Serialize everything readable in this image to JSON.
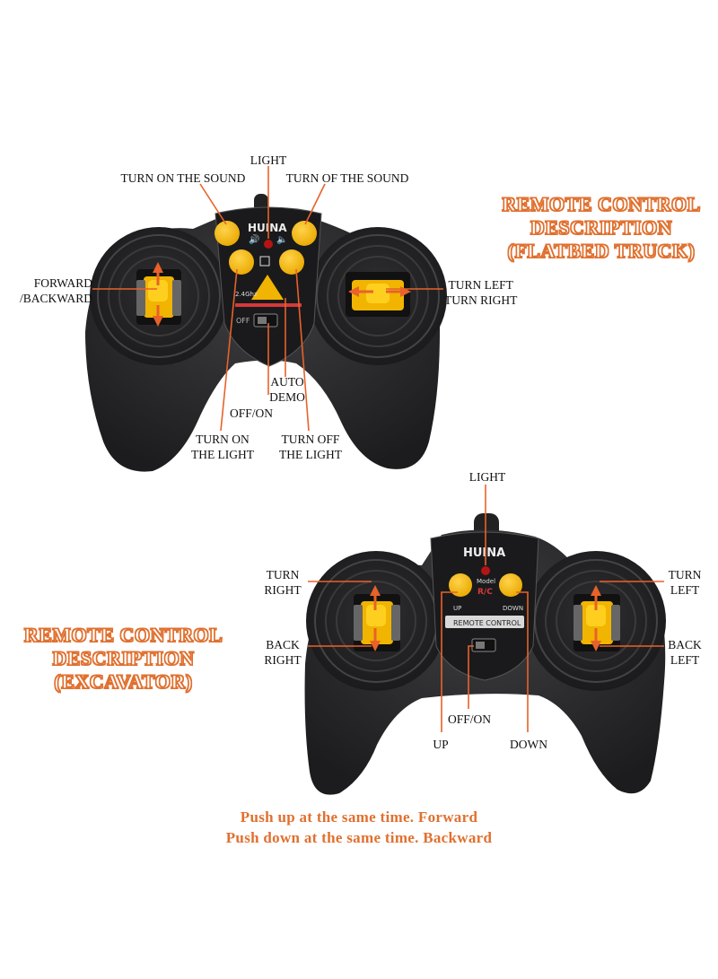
{
  "flatbed": {
    "title_lines": [
      "REMOTE CONTROL",
      "DESCRIPTION",
      "(FLATBED TRUCK)"
    ],
    "labels": {
      "light": "LIGHT",
      "turn_on_sound": "TURN ON THE SOUND",
      "turn_off_sound": "TURN OF THE SOUND",
      "forward_backward_1": "FORWARD",
      "forward_backward_2": "/BACKWARD",
      "turn_left_right_1": "TURN LEFT",
      "turn_left_right_2": "TURN RIGHT",
      "auto_demo_1": "AUTO",
      "auto_demo_2": "DEMO",
      "off_on": "OFF/ON",
      "turn_on_light_1": "TURN ON",
      "turn_on_light_2": "THE LIGHT",
      "turn_off_light_1": "TURN OFF",
      "turn_off_light_2": "THE LIGHT"
    },
    "controller": {
      "brand": "HUINA",
      "freq": "2.4Ghz",
      "switch_text": "OFF"
    }
  },
  "excavator": {
    "title_lines": [
      "REMOTE CONTROL",
      "DESCRIPTION",
      "(EXCAVATOR)"
    ],
    "labels": {
      "light": "LIGHT",
      "turn_right_1": "TURN",
      "turn_right_2": "RIGHT",
      "back_right_1": "BACK",
      "back_right_2": "RIGHT",
      "turn_left_1": "TURN",
      "turn_left_2": "LEFT",
      "back_left_1": "BACK",
      "back_left_2": "LEFT",
      "off_on": "OFF/ON",
      "up": "UP",
      "down": "DOWN"
    },
    "controller": {
      "brand": "HUINA",
      "model": "Model",
      "model_code": "R/C",
      "btn_up": "UP",
      "btn_down": "DOWN",
      "panel_text": "REMOTE CONTROL"
    }
  },
  "notes": [
    "Push up at the same time. Forward",
    "Push down at the same time. Backward"
  ],
  "colors": {
    "accent": "#e0702f",
    "controller_body": "#2a2a2c",
    "button_yellow": "#f5b800",
    "pointer": "#e8622a"
  }
}
